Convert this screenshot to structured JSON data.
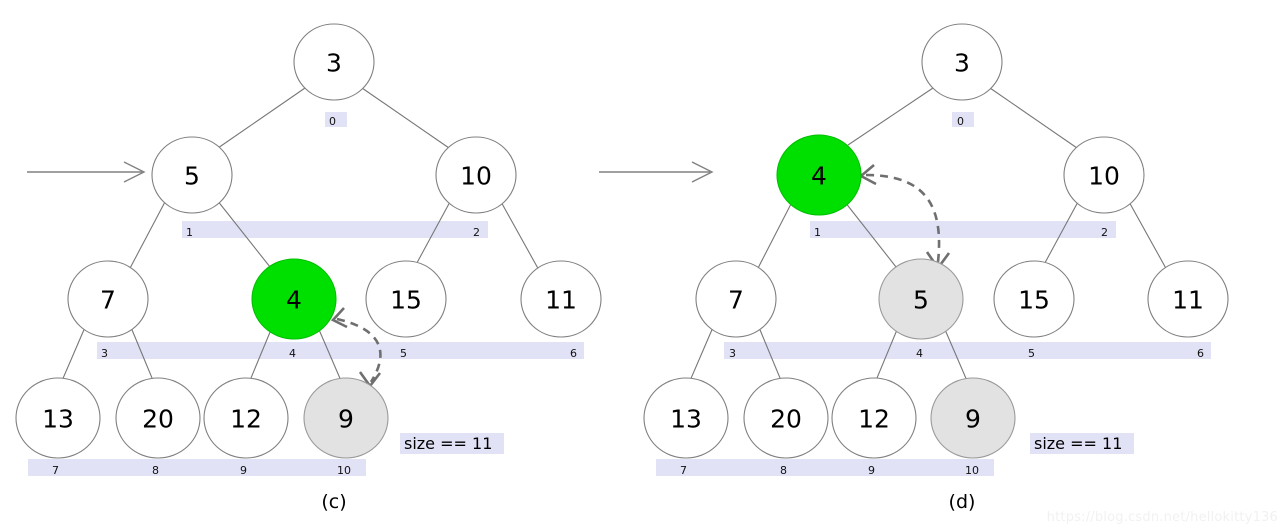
{
  "figure": {
    "title": "Binary heap sift-up / swap illustration",
    "background": "#ffffff",
    "watermark": "https://blog.csdn.net/hellokitty136",
    "colors": {
      "node_fill": "#ffffff",
      "node_stroke": "#808080",
      "highlight_green": "#00e000",
      "highlight_gray": "#e2e2e2",
      "index_bar": "#e2e2f7",
      "edge": "#777777",
      "arrow": "#6f6f6f",
      "text": "#000000"
    }
  },
  "panels": [
    {
      "id": "c",
      "caption": "(c)",
      "size_text": "size == 11",
      "inbound_arrow": true,
      "nodes": [
        {
          "index": 0,
          "label": "3",
          "state": "normal"
        },
        {
          "index": 1,
          "label": "5",
          "state": "normal"
        },
        {
          "index": 2,
          "label": "10",
          "state": "normal"
        },
        {
          "index": 3,
          "label": "7",
          "state": "normal"
        },
        {
          "index": 4,
          "label": "4",
          "state": "green"
        },
        {
          "index": 5,
          "label": "15",
          "state": "normal"
        },
        {
          "index": 6,
          "label": "11",
          "state": "normal"
        },
        {
          "index": 7,
          "label": "13",
          "state": "normal"
        },
        {
          "index": 8,
          "label": "20",
          "state": "normal"
        },
        {
          "index": 9,
          "label": "12",
          "state": "normal"
        },
        {
          "index": 10,
          "label": "9",
          "state": "gray"
        }
      ],
      "index_rows": [
        {
          "labels": [
            "0"
          ]
        },
        {
          "labels": [
            "1",
            "2"
          ]
        },
        {
          "labels": [
            "3",
            "4",
            "5",
            "6"
          ]
        },
        {
          "labels": [
            "7",
            "8",
            "9",
            "10"
          ]
        }
      ],
      "swap": {
        "from_index": 10,
        "to_index": 4,
        "style": "dashed-double-head"
      }
    },
    {
      "id": "d",
      "caption": "(d)",
      "size_text": "size == 11",
      "inbound_arrow": true,
      "nodes": [
        {
          "index": 0,
          "label": "3",
          "state": "normal"
        },
        {
          "index": 1,
          "label": "4",
          "state": "green"
        },
        {
          "index": 2,
          "label": "10",
          "state": "normal"
        },
        {
          "index": 3,
          "label": "7",
          "state": "normal"
        },
        {
          "index": 4,
          "label": "5",
          "state": "gray"
        },
        {
          "index": 5,
          "label": "15",
          "state": "normal"
        },
        {
          "index": 6,
          "label": "11",
          "state": "normal"
        },
        {
          "index": 7,
          "label": "13",
          "state": "normal"
        },
        {
          "index": 8,
          "label": "20",
          "state": "normal"
        },
        {
          "index": 9,
          "label": "12",
          "state": "normal"
        },
        {
          "index": 10,
          "label": "9",
          "state": "gray"
        }
      ],
      "index_rows": [
        {
          "labels": [
            "0"
          ]
        },
        {
          "labels": [
            "1",
            "2"
          ]
        },
        {
          "labels": [
            "3",
            "4",
            "5",
            "6"
          ]
        },
        {
          "labels": [
            "7",
            "8",
            "9",
            "10"
          ]
        }
      ],
      "swap": {
        "from_index": 4,
        "to_index": 1,
        "style": "dashed-double-head"
      }
    }
  ]
}
